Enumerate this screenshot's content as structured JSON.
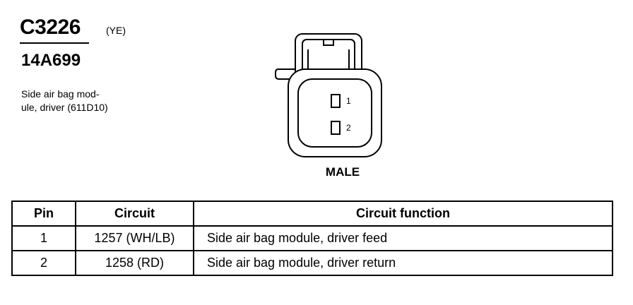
{
  "header": {
    "connector_id": "C3226",
    "connector_color": "(YE)",
    "part_number": "14A699",
    "description": "Side air bag mod-\nule, driver (611D10)"
  },
  "connector": {
    "gender": "MALE",
    "pins": [
      {
        "label": "1"
      },
      {
        "label": "2"
      }
    ]
  },
  "table": {
    "headers": [
      "Pin",
      "Circuit",
      "Circuit function"
    ],
    "rows": [
      {
        "pin": "1",
        "circuit": "1257 (WH/LB)",
        "function": "Side air bag module, driver  feed"
      },
      {
        "pin": "2",
        "circuit": "1258 (RD)",
        "function": "Side air bag module, driver  return"
      }
    ]
  }
}
